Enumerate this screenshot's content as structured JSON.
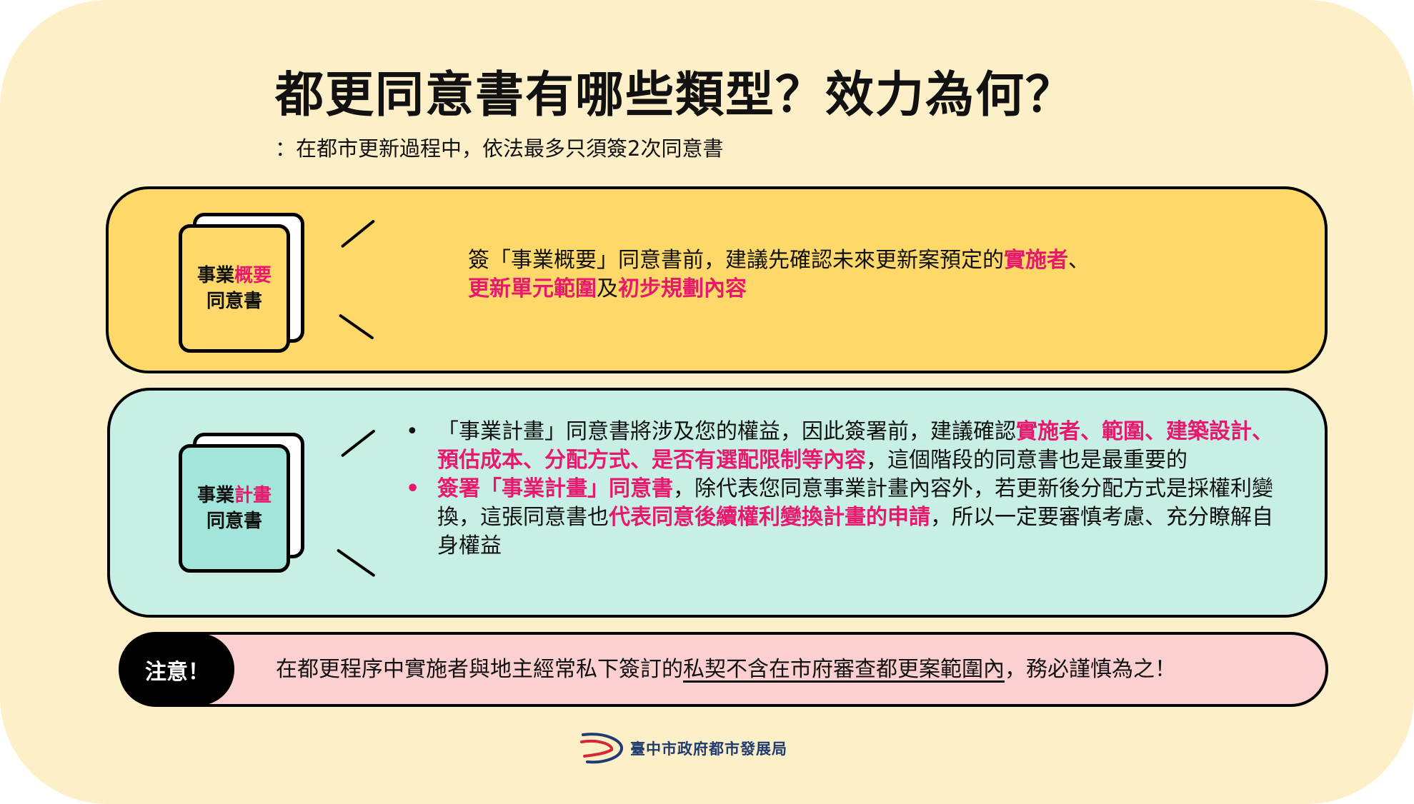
{
  "title": "都更同意書有哪些類型？效力為何？",
  "subtitle": "：在都市更新過程中，依法最多只須簽2次同意書",
  "colors": {
    "background": "#fdf0c9",
    "section1_bg": "#fed869",
    "section2_bg": "#c8efe6",
    "note_bg": "#fccfd0",
    "highlight": "#e8196d",
    "doc2_bg": "#a3e5d9"
  },
  "section1": {
    "doc_label": {
      "plain": "事業",
      "highlight": "概要",
      "line2": "同意書"
    },
    "text": {
      "t1": "簽「事業概要」同意書前，建議先確認未來更新案預定的",
      "h1": "實施者",
      "t2": "、",
      "h2": "更新單元範圍",
      "t3": "及",
      "h3": "初步規劃內容"
    }
  },
  "section2": {
    "doc_label": {
      "plain": "事業",
      "highlight": "計畫",
      "line2": "同意書"
    },
    "bullets": [
      {
        "marker": "•",
        "t1": "「事業計畫」同意書將涉及您的權益，因此簽署前，建議確認",
        "h1": "實施者、範圍、建築設計、預估成本、分配方式、是否有選配限制等內容",
        "t2": "，這個階段的同意書也是最重要的"
      },
      {
        "marker": "•",
        "h1": "簽署「事業計畫」同意書",
        "t1": "，除代表您同意事業計畫內容外，若更新後分配方式是採權利變換，這張同意書也",
        "h2": "代表同意後續權利變換計畫的申請",
        "t2": "，所以一定要審慎考慮、充分瞭解自身權益"
      }
    ]
  },
  "note": {
    "badge": "注意！",
    "t1": "在都更程序中實施者與地主經常私下簽訂的",
    "underlined": "私契不含在市府審查都更案範圍內",
    "t2": "，務必謹慎為之！"
  },
  "footer": {
    "org_name": "臺中市政府都市發展局",
    "logo_icon": "taichung-urban-development-logo-icon"
  }
}
